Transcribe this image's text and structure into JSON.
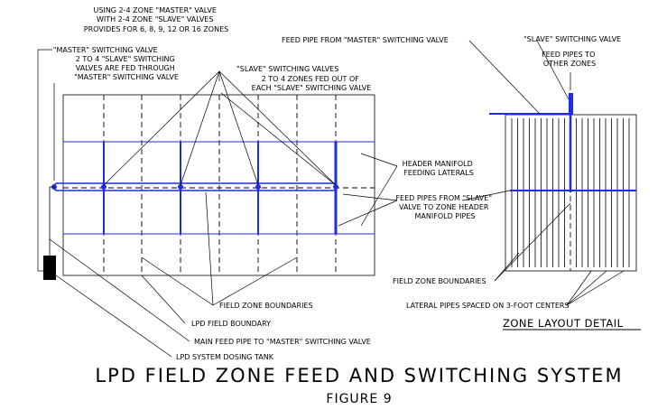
{
  "header_note": [
    "USING 2-4 ZONE \"MASTER\" VALVE",
    "WITH 2-4 ZONE \"SLAVE\" VALVES",
    "PROVIDES FOR 6, 8, 9, 12 OR 16 ZONES"
  ],
  "master_valve_note": [
    "\"MASTER\" SWITCHING VALVE",
    "2 TO 4 \"SLAVE\" SWITCHING",
    "VALVES ARE FED THROUGH",
    "\"MASTER\" SWITCHING VALVE"
  ],
  "slave_valves_note": [
    "\"SLAVE\" SWITCHING VALVES",
    "2 TO 4 ZONES FED OUT OF",
    "EACH \"SLAVE\" SWITCHING VALVE"
  ],
  "feed_pipe_master_label": "FEED PIPE FROM \"MASTER\" SWITCHING VALVE",
  "slave_valve_detail_label": "\"SLAVE\" SWITCHING VALVE",
  "feed_other_zones_label": [
    "FEED PIPES TO",
    "OTHER ZONES"
  ],
  "header_manifold_label": [
    "HEADER MANIFOLD",
    "FEEDING LATERALS"
  ],
  "feed_pipes_slave_label": [
    "FEED PIPES FROM \"SLAVE\"",
    "VALVE TO ZONE HEADER",
    "MANIFOLD PIPES"
  ],
  "field_zone_boundaries_detail_label": "FIELD ZONE BOUNDARIES",
  "lateral_pipes_label": "LATERAL PIPES SPACED ON 3-FOOT CENTERS",
  "zone_layout_detail_title": "ZONE LAYOUT DETAIL",
  "field_zone_boundaries_label": "FIELD ZONE BOUNDARIES",
  "lpd_field_boundary_label": "LPD FIELD BOUNDARY",
  "main_feed_pipe_label": "MAIN FEED PIPE TO \"MASTER\" SWITCHING VALVE",
  "dosing_tank_label": "LPD SYSTEM DOSING TANK",
  "figure_title": "LPD FIELD ZONE FEED AND SWITCHING SYSTEM",
  "figure_number": "FIGURE 9",
  "colors": {
    "pipe_blue": "#1f2de0",
    "line_black": "#000000"
  }
}
